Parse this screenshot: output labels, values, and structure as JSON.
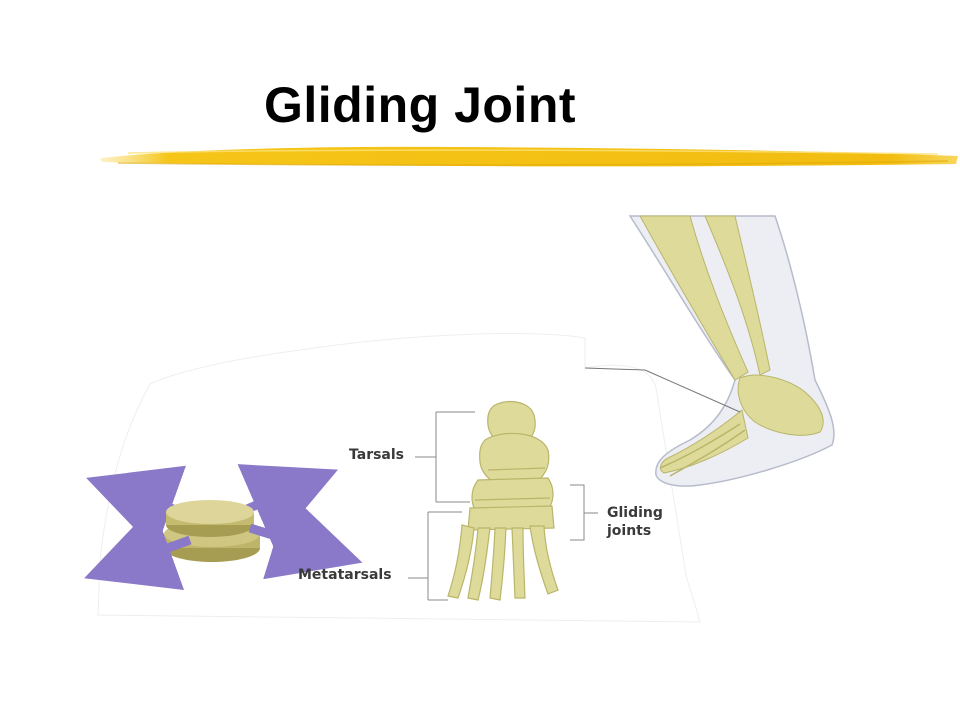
{
  "slide": {
    "title": "Gliding Joint"
  },
  "figure": {
    "labels": {
      "tarsals": "Tarsals",
      "metatarsals": "Metatarsals",
      "gliding_joints": "Gliding\njoints"
    }
  },
  "colors": {
    "highlight": "#f5c518",
    "bone": "#dedb9a",
    "bone_shadow": "#b9b56a",
    "arrow": "#8a78c8",
    "disc": "#bfb56a",
    "skin": "#eceef4"
  }
}
